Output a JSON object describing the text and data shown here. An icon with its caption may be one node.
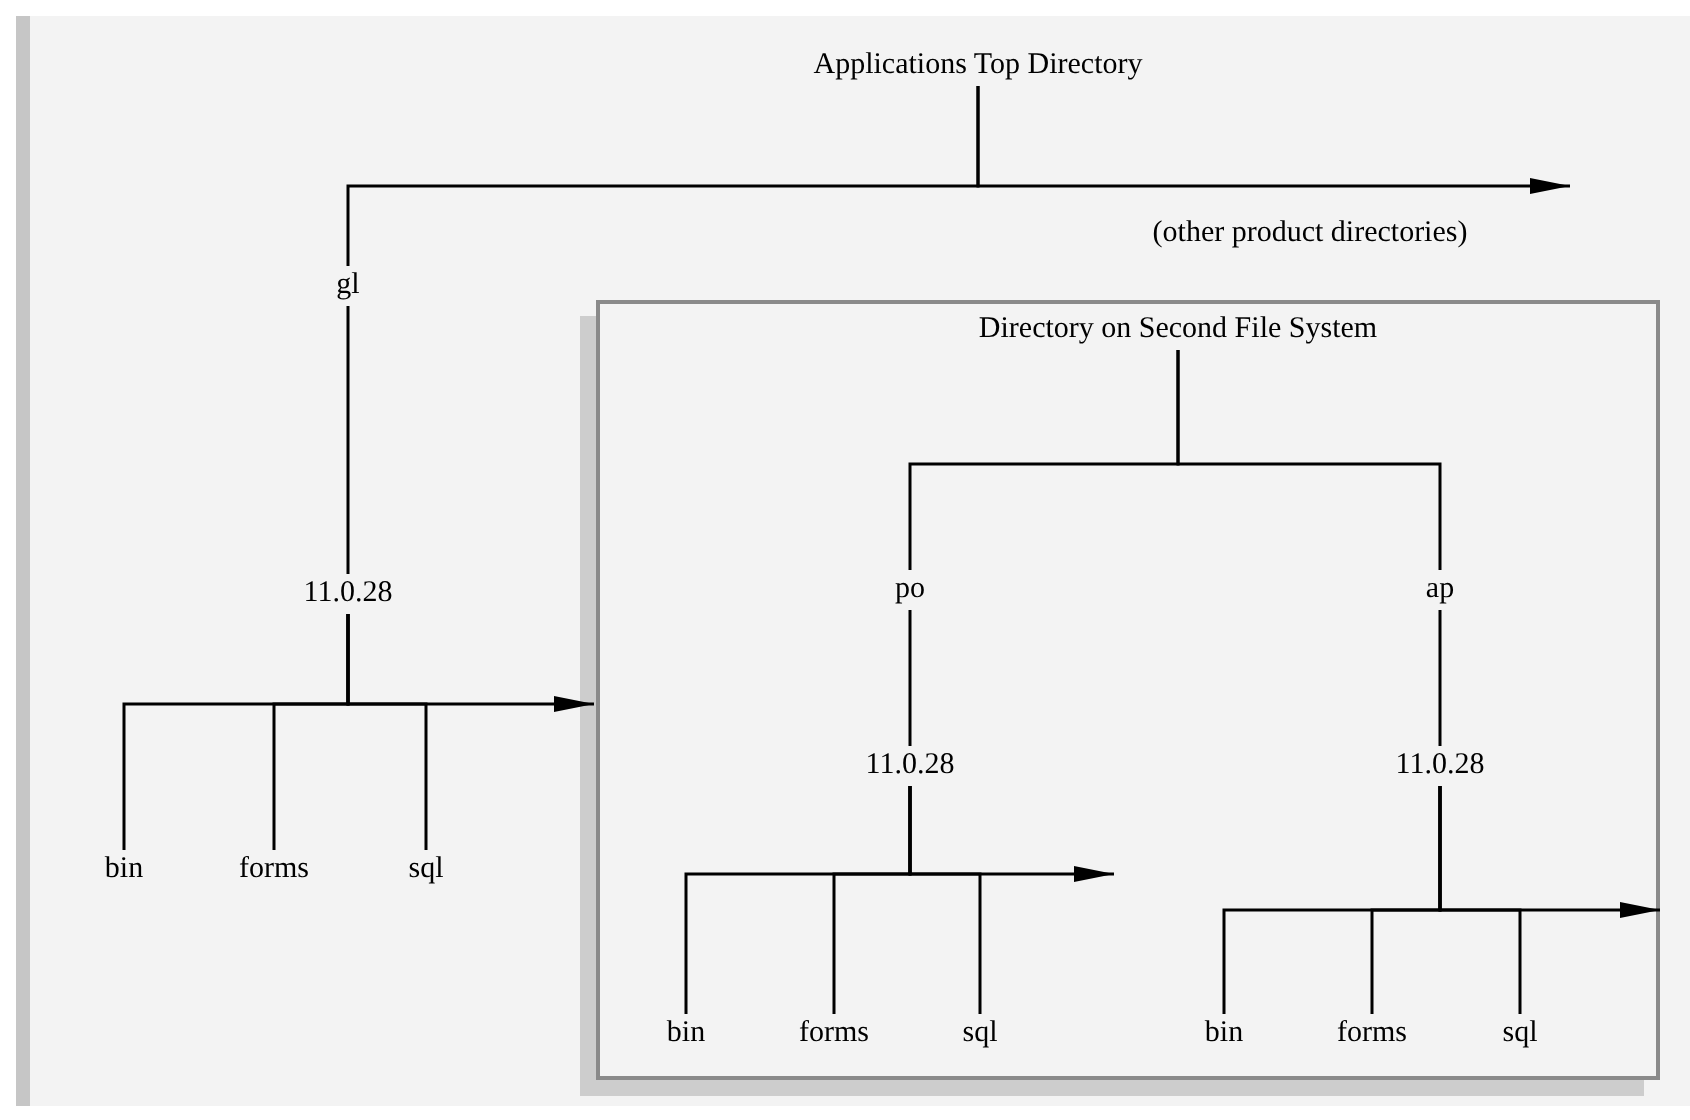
{
  "diagram": {
    "nodes": [
      {
        "text": [
          "Applications Top Directory"
        ]
      },
      {
        "text": [
          "gl"
        ]
      },
      {
        "text": [
          "11.0.28"
        ]
      },
      {
        "text": [
          "bin"
        ]
      },
      {
        "text": [
          "forms"
        ]
      },
      {
        "text": [
          "sql"
        ]
      },
      {
        "text": [],
        "shape": "box"
      },
      {
        "text": [
          "Directory on Second File System"
        ],
        "in": 6
      },
      {
        "text": [
          "po"
        ],
        "in": 6
      },
      {
        "text": [
          "ap"
        ],
        "in": 6
      },
      {
        "text": [
          "11.0.28"
        ],
        "in": 6
      },
      {
        "text": [
          "11.0.28"
        ],
        "in": 6
      },
      {
        "text": [
          "bin"
        ],
        "in": 6
      },
      {
        "text": [
          "forms"
        ],
        "in": 6
      },
      {
        "text": [
          "sql"
        ],
        "in": 6
      },
      {
        "text": [
          "bin"
        ],
        "in": 6
      },
      {
        "text": [
          "forms"
        ],
        "in": 6
      },
      {
        "text": [
          "sql"
        ],
        "in": 6
      }
    ],
    "edges": [
      {
        "from": 0,
        "to": 1,
        "arrow": "none"
      },
      {
        "from": 0,
        "to": null,
        "arrow": "to"
      },
      {
        "from": 1,
        "to": 2,
        "arrow": "none"
      },
      {
        "from": 2,
        "to": 3,
        "arrow": "none"
      },
      {
        "from": 2,
        "to": 4,
        "arrow": "none"
      },
      {
        "from": 2,
        "to": 5,
        "arrow": "none"
      },
      {
        "from": 2,
        "to": 6,
        "arrow": "to"
      },
      {
        "from": 7,
        "to": 8,
        "arrow": "none"
      },
      {
        "from": 7,
        "to": 9,
        "arrow": "none"
      },
      {
        "from": 8,
        "to": 10,
        "arrow": "none"
      },
      {
        "from": 9,
        "to": 11,
        "arrow": "none"
      },
      {
        "from": 10,
        "to": 12,
        "arrow": "none"
      },
      {
        "from": 10,
        "to": 13,
        "arrow": "none"
      },
      {
        "from": 10,
        "to": 14,
        "arrow": "none"
      },
      {
        "from": 10,
        "to": null,
        "arrow": "to"
      },
      {
        "from": 11,
        "to": 15,
        "arrow": "none"
      },
      {
        "from": 11,
        "to": 16,
        "arrow": "none"
      },
      {
        "from": 11,
        "to": 17,
        "arrow": "none"
      },
      {
        "from": 11,
        "to": null,
        "arrow": "to"
      }
    ],
    "labels": [
      "(other product directories)"
    ]
  }
}
